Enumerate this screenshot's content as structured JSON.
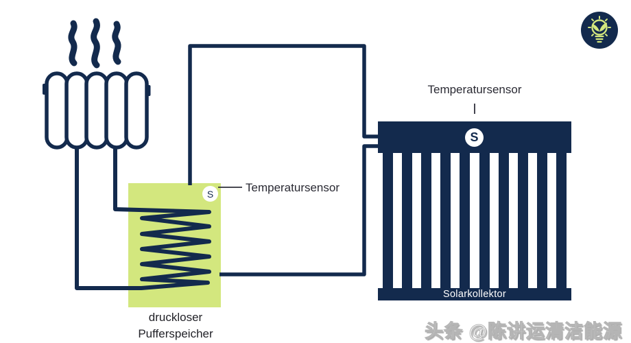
{
  "sensors": {
    "tank": {
      "label": "Temperatursensor",
      "symbol": "S"
    },
    "collector": {
      "label": "Temperatursensor",
      "symbol": "S"
    }
  },
  "collector": {
    "caption": "Solarkollektor"
  },
  "tank": {
    "caption_line1": "druckloser",
    "caption_line2": "Pufferspeicher"
  },
  "watermark": {
    "text": "头条 @陈讲运清洁能源"
  },
  "icons": {
    "brand_logo": "lightbulb-leaf-icon",
    "heat": "heat-waves-icon",
    "radiator": "radiator-icon",
    "coil": "heat-exchanger-coil-icon",
    "sensor_badge": "circle-s-badge"
  },
  "colors": {
    "navy": "#132A4D",
    "green": "#D3E77E",
    "label_text": "#2A2A33",
    "white": "#FFFFFF",
    "watermark_outline": "#B5B5B5"
  }
}
